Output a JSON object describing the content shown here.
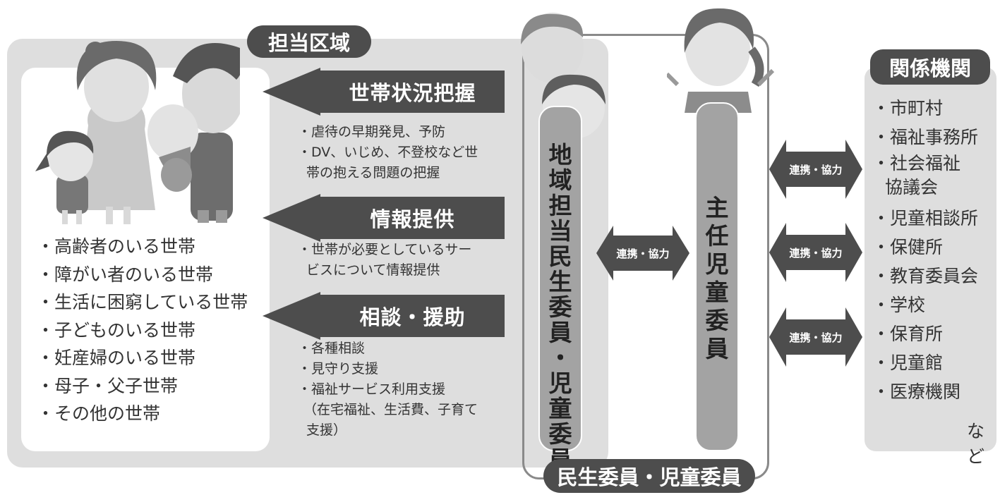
{
  "area_label": "担当区域",
  "households": [
    "・高齢者のいる世帯",
    "・障がい者のいる世帯",
    "・生活に困窮している世帯",
    "・子どものいる世帯",
    "・妊産婦のいる世帯",
    "・母子・父子世帯",
    "・その他の世帯"
  ],
  "services": [
    {
      "title": "世帯状況把握",
      "items": [
        "・虐待の早期発見、予防",
        "・DV、いじめ、不登校など世",
        "帯の抱える問題の把握"
      ]
    },
    {
      "title": "情報提供",
      "items": [
        "・世帯が必要としているサー",
        "ビスについて情報提供"
      ]
    },
    {
      "title": "相談・援助",
      "items": [
        "・各種相談",
        "・見守り支援",
        "・福祉サービス利用支援",
        "（在宅福祉、生活費、子育て",
        "支援）"
      ]
    }
  ],
  "local_member": "地域担当民生委員・児童委員",
  "chief_member": "主任児童委員",
  "member_group_label": "民生委員・児童委員",
  "cooperation_label": "連携・協力",
  "agencies_label": "関係機関",
  "agencies": [
    "・市町村",
    "・福祉事務所",
    "・社会福祉",
    "協議会",
    "・児童相談所",
    "・保健所",
    "・教育委員会",
    "・学校",
    "・保育所",
    "・児童館",
    "・医療機関"
  ],
  "agencies_etc": "など",
  "colors": {
    "dark": "#4d4d4d",
    "light_bg": "#dedede",
    "pill": "#a3a3a3"
  }
}
